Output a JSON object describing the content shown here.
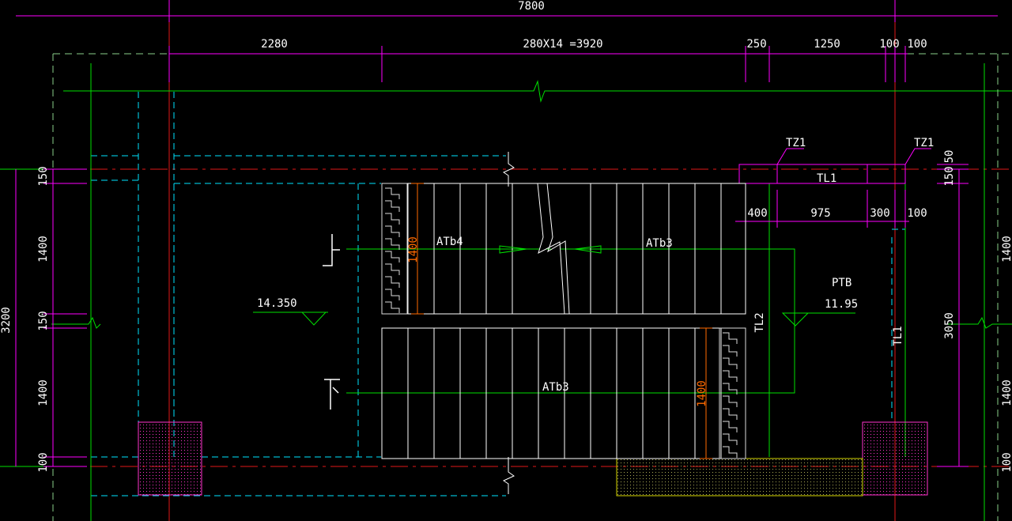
{
  "colors": {
    "background": "#000000",
    "dimension": "#ff00ff",
    "axis": "#ff2020",
    "wall": "#00ffff",
    "green": "#00ff00",
    "stair": "#ffffff",
    "stair_dim": "#ff6a00",
    "hatch_pink": "#ff33cc",
    "hatch_yellow": "#ffff00",
    "text": "#ffffff"
  },
  "dimensions": {
    "top_total": "7800",
    "top_left": "2280",
    "top_treads": "280X14 =3920",
    "top_250": "250",
    "top_1250": "1250",
    "top_100a": "100",
    "top_100b": "100",
    "left_total": "3200",
    "left_150a": "150",
    "left_1400a": "1400",
    "left_150b": "150",
    "left_1400b": "1400",
    "left_100": "100",
    "right_50": "50",
    "right_150": "150",
    "right_total": "3050",
    "right_1400a": "1400",
    "right_1400b": "1400",
    "right_100": "100",
    "sub_400": "400",
    "sub_975": "975",
    "sub_300": "300",
    "sub_100": "100",
    "stair_1400_top": "1400",
    "stair_1400_bottom": "1400"
  },
  "labels": {
    "tz1_left": "TZ1",
    "tz1_right": "TZ1",
    "tl1_top": "TL1",
    "tl2": "TL2",
    "tl1_right": "TL1",
    "ptb": "PTB",
    "atb4": "ATb4",
    "atb3_top": "ATb3",
    "atb3_bottom": "ATb3",
    "up_mark": "上",
    "down_mark": "下"
  },
  "elevations": {
    "left_level": "14.350",
    "right_level": "11.95"
  }
}
